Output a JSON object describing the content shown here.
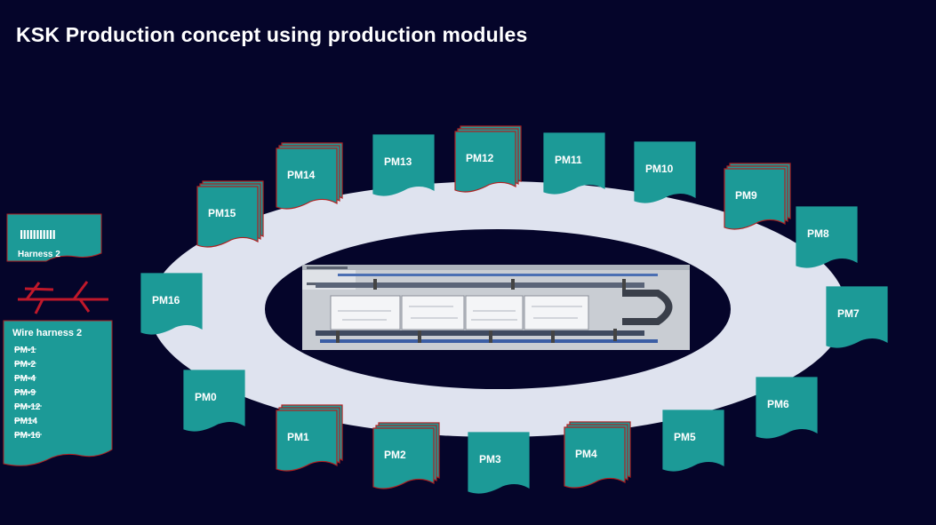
{
  "title": "KSK Production concept using production modules",
  "colors": {
    "background": "#05052a",
    "ring": "#dfe3ef",
    "module": "#1c9a97",
    "module_border": "#b02020",
    "screen_bg": "#c9cdd3"
  },
  "harness_card": {
    "barcode": "IIIIIIIIIII",
    "label": "Harness 2"
  },
  "wire_card": {
    "heading": "Wire harness 2",
    "items": [
      "PM-1",
      "PM-2",
      "PM-4",
      "PM-9",
      "PM-12",
      "PM14",
      "PM-16"
    ]
  },
  "modules": [
    {
      "id": "PM0",
      "label": "PM0",
      "stacked": false
    },
    {
      "id": "PM1",
      "label": "PM1",
      "stacked": true
    },
    {
      "id": "PM2",
      "label": "PM2",
      "stacked": true
    },
    {
      "id": "PM3",
      "label": "PM3",
      "stacked": false
    },
    {
      "id": "PM4",
      "label": "PM4",
      "stacked": true
    },
    {
      "id": "PM5",
      "label": "PM5",
      "stacked": false
    },
    {
      "id": "PM6",
      "label": "PM6",
      "stacked": false
    },
    {
      "id": "PM7",
      "label": "PM7",
      "stacked": false
    },
    {
      "id": "PM8",
      "label": "PM8",
      "stacked": false
    },
    {
      "id": "PM9",
      "label": "PM9",
      "stacked": true
    },
    {
      "id": "PM10",
      "label": "PM10",
      "stacked": false
    },
    {
      "id": "PM11",
      "label": "PM11",
      "stacked": false
    },
    {
      "id": "PM12",
      "label": "PM12",
      "stacked": true
    },
    {
      "id": "PM13",
      "label": "PM13",
      "stacked": false
    },
    {
      "id": "PM14",
      "label": "PM14",
      "stacked": true
    },
    {
      "id": "PM15",
      "label": "PM15",
      "stacked": true
    },
    {
      "id": "PM16",
      "label": "PM16",
      "stacked": false
    }
  ]
}
